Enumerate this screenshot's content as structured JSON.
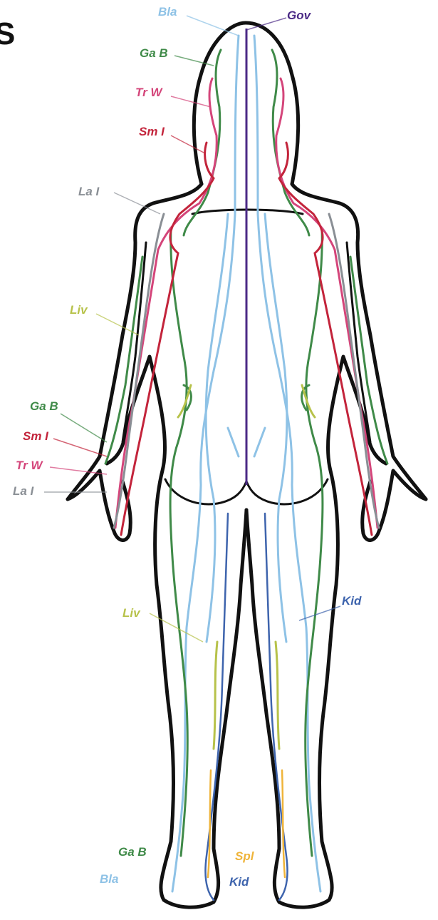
{
  "title_fragment": "S",
  "colors": {
    "outline": "#111111",
    "governing": "#4b2a86",
    "bladder": "#8ec2e6",
    "gallbladder": "#3f8a48",
    "triple_warmer": "#d4457a",
    "small_intestine": "#c3243b",
    "large_intestine": "#8a8f95",
    "liver": "#b7c24a",
    "kidney": "#3e64ad",
    "spleen": "#efb43a"
  },
  "labels": {
    "bla_top": "Bla",
    "gov": "Gov",
    "gab_top": "Ga B",
    "trw_top": "Tr W",
    "smi_top": "Sm I",
    "lai_top": "La I",
    "liv_arm": "Liv",
    "gab_arm": "Ga B",
    "smi_arm": "Sm I",
    "trw_arm": "Tr W",
    "lai_arm": "La I",
    "liv_leg": "Liv",
    "kid_leg": "Kid",
    "gab_foot": "Ga B",
    "bla_foot": "Bla",
    "spl_foot": "Spl",
    "kid_foot": "Kid"
  }
}
